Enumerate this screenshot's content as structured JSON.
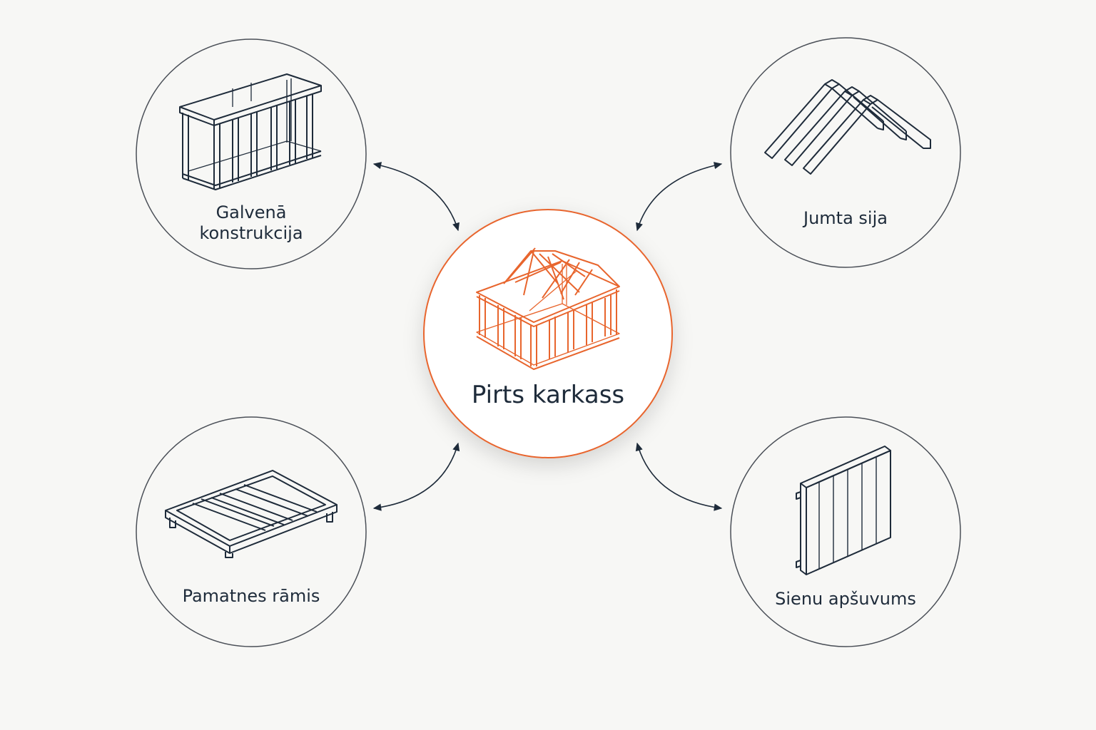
{
  "center": {
    "label": "Pirts karkass",
    "icon": "sauna-frame-icon",
    "accent": "#e8652d"
  },
  "nodes": [
    {
      "id": "main-structure",
      "label_line1": "Galvenā",
      "label_line2": "konstrukcija",
      "icon": "wall-frame-icon"
    },
    {
      "id": "roof-beam",
      "label_line1": "Jumta sija",
      "label_line2": "",
      "icon": "roof-rafters-icon"
    },
    {
      "id": "base-frame",
      "label_line1": "Pamatnes rāmis",
      "label_line2": "",
      "icon": "floor-frame-icon"
    },
    {
      "id": "wall-cladding",
      "label_line1": "Sienu apšuvums",
      "label_line2": "",
      "icon": "cladding-panel-icon"
    }
  ],
  "colors": {
    "background": "#f7f7f5",
    "outline": "#4a4f57",
    "line": "#1e2b3a",
    "accent": "#e8652d"
  }
}
